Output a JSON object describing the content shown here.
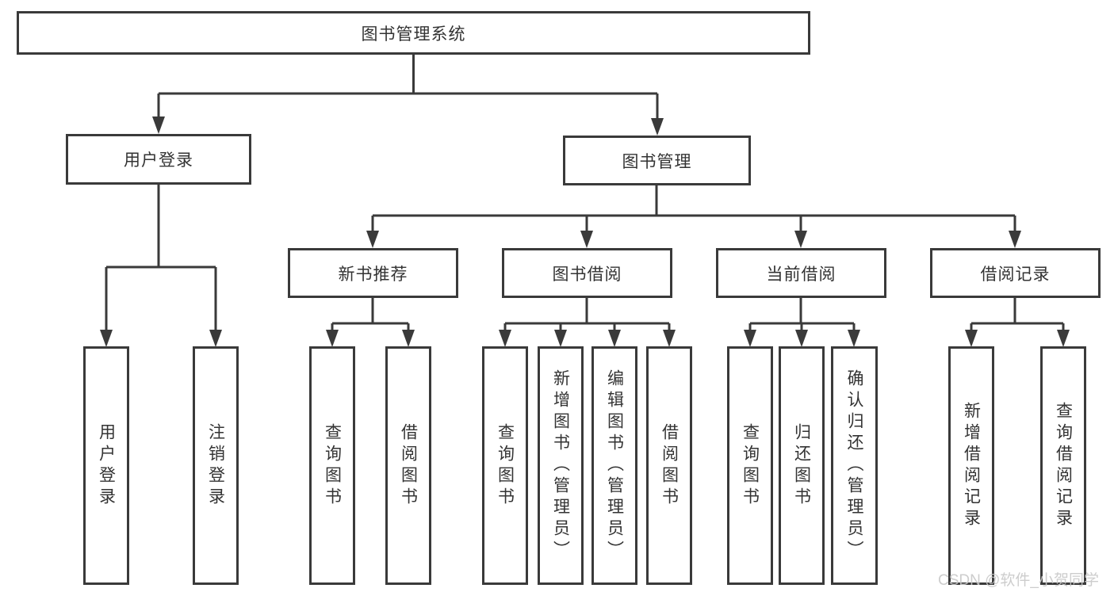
{
  "tree": {
    "root": {
      "label": "图书管理系统"
    },
    "level2": [
      {
        "label": "用户登录"
      },
      {
        "label": "图书管理"
      }
    ],
    "level3": [
      {
        "label": "新书推荐"
      },
      {
        "label": "图书借阅"
      },
      {
        "label": "当前借阅"
      },
      {
        "label": "借阅记录"
      }
    ],
    "groups": [
      {
        "parent": "用户登录",
        "leaves": [
          "用户登录",
          "注销登录"
        ]
      },
      {
        "parent": "新书推荐",
        "leaves": [
          "查询图书",
          "借阅图书"
        ]
      },
      {
        "parent": "图书借阅",
        "leaves": [
          "查询图书",
          "新增图书（管理员）",
          "编辑图书（管理员）",
          "借阅图书"
        ]
      },
      {
        "parent": "当前借阅",
        "leaves": [
          "查询图书",
          "归还图书",
          "确认归还（管理员）"
        ]
      },
      {
        "parent": "借阅记录",
        "leaves": [
          "新增借阅记录",
          "查询借阅记录"
        ]
      }
    ]
  },
  "watermark": {
    "text": "CSDN @软件_小贺同学"
  },
  "colors": {
    "line": "#3a3a3a",
    "text": "#333333",
    "background": "#ffffff",
    "watermark": "#c8c8c8"
  }
}
